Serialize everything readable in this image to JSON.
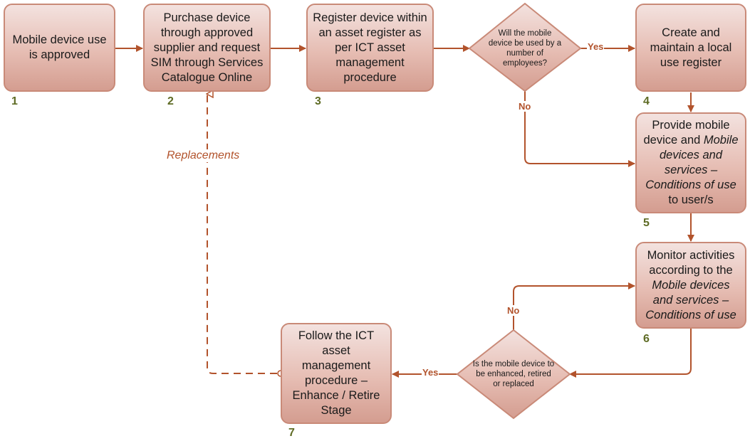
{
  "colors": {
    "connector": "#b2532c",
    "box_border": "#c98a78",
    "step_number": "#5e6b24"
  },
  "steps": [
    {
      "number": "1",
      "text": "Mobile device use is approved"
    },
    {
      "number": "2",
      "text": "Purchase device through approved supplier and request SIM through Services Catalogue Online"
    },
    {
      "number": "3",
      "text": "Register device within an asset register as per ICT asset management procedure"
    },
    {
      "number": "4",
      "text": "Create and maintain a local use register"
    },
    {
      "number": "5",
      "text_plain": "Provide mobile device and ",
      "text_italic": "Mobile devices and services – Conditions of use",
      "text_tail": " to user/s"
    },
    {
      "number": "6",
      "text_plain": "Monitor activities according to the ",
      "text_italic": "Mobile devices and services – Conditions of use"
    },
    {
      "number": "7",
      "text": "Follow the ICT asset management procedure – Enhance / Retire Stage"
    }
  ],
  "decisions": [
    {
      "id": "shared-use",
      "text": "Will the mobile device be used by a number of employees?",
      "yes_label": "Yes",
      "no_label": "No"
    },
    {
      "id": "enhance-retire",
      "text": "Is the mobile device to be enhanced, retired or replaced",
      "yes_label": "Yes",
      "no_label": "No"
    }
  ],
  "connectors": {
    "replacements_label": "Replacements"
  }
}
